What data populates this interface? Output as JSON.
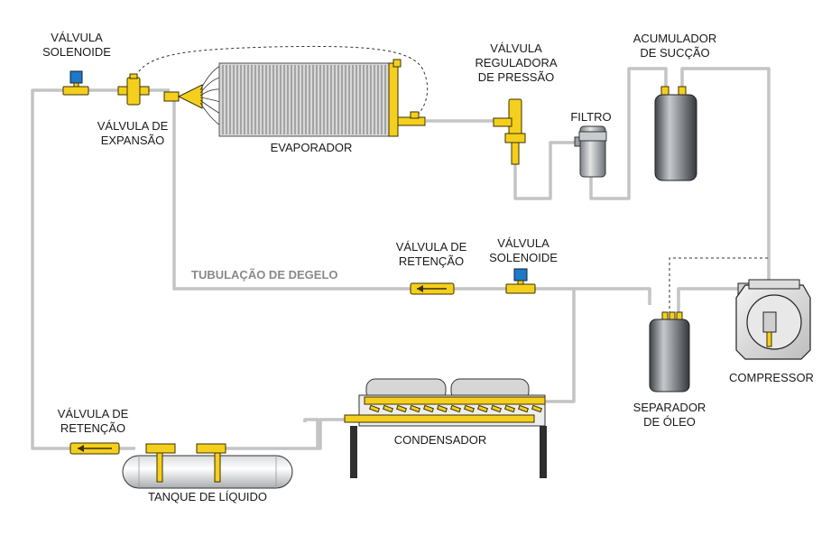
{
  "labels": {
    "solenoid_valve_top": "VÁLVULA\nSOLENOIDE",
    "expansion_valve": "VÁLVULA DE\nEXPANSÃO",
    "evaporator": "EVAPORADOR",
    "pressure_regulating_valve": "VÁLVULA\nREGULADORA\nDE PRESSÃO",
    "filter": "FILTRO",
    "suction_accumulator": "ACUMULADOR\nDE SUCÇÃO",
    "defrost_line": "TUBULAÇÃO DE DEGELO",
    "check_valve_mid": "VÁLVULA DE\nRETENÇÃO",
    "solenoid_valve_mid": "VÁLVULA\nSOLENOIDE",
    "compressor": "COMPRESSOR",
    "oil_separator": "SEPARADOR\nDE ÓLEO",
    "condenser": "CONDENSADOR",
    "check_valve_bottom": "VÁLVULA DE\nRETENÇÃO",
    "liquid_tank": "TANQUE DE LÍQUIDO"
  },
  "colors": {
    "pipe": "#c4c4c4",
    "valve_yellow": "#f5cf1d",
    "valve_stroke": "#3a3000",
    "tank_dark": "#555a60",
    "solenoid_blue": "#1f78c8"
  }
}
